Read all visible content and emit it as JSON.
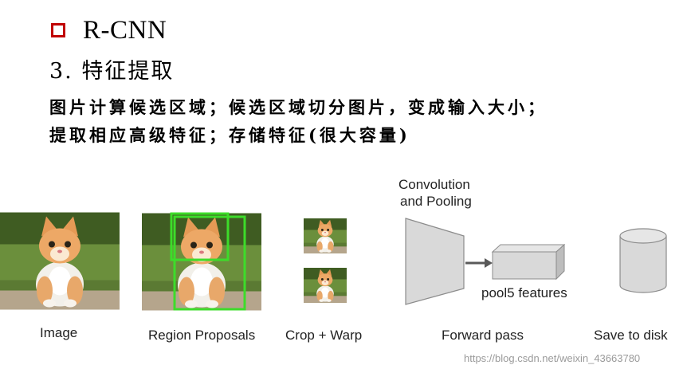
{
  "header": {
    "title": "R-CNN",
    "section": "3. 特征提取",
    "line1": "图片计算候选区域；候选区域切分图片，变成输入大小；",
    "line2": "提取相应高级特征；存储特征(很大容量)"
  },
  "pipeline": {
    "conv_label_1": "Convolution",
    "conv_label_2": "and Pooling",
    "features_label": "pool5 features",
    "captions": {
      "image": "Image",
      "region_proposals": "Region Proposals",
      "crop_warp": "Crop + Warp",
      "forward_pass": "Forward pass",
      "save_to_disk": "Save to disk"
    }
  },
  "watermark": "https://blog.csdn.net/weixin_43663780",
  "colors": {
    "bullet": "#c00000",
    "proposal_box": "#3ddc2a",
    "shape_fill": "#d9d9d9",
    "shape_stroke": "#8c8c8c",
    "arrow": "#595959"
  }
}
